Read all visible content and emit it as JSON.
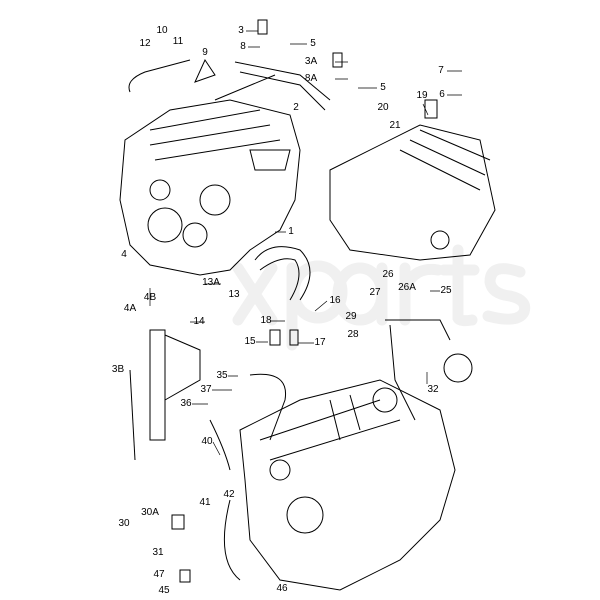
{
  "diagram": {
    "watermark": "xparts",
    "labels": [
      "3",
      "8",
      "5",
      "10",
      "11",
      "12",
      "9",
      "3A",
      "8A",
      "5",
      "7",
      "6",
      "19",
      "20",
      "21",
      "2",
      "1",
      "4",
      "4A",
      "4B",
      "13A",
      "13",
      "14",
      "16",
      "18",
      "15",
      "17",
      "26",
      "26A",
      "27",
      "25",
      "29",
      "28",
      "3B",
      "35",
      "37",
      "36",
      "32",
      "40",
      "42",
      "41",
      "30A",
      "30",
      "31",
      "47",
      "45",
      "46"
    ]
  }
}
